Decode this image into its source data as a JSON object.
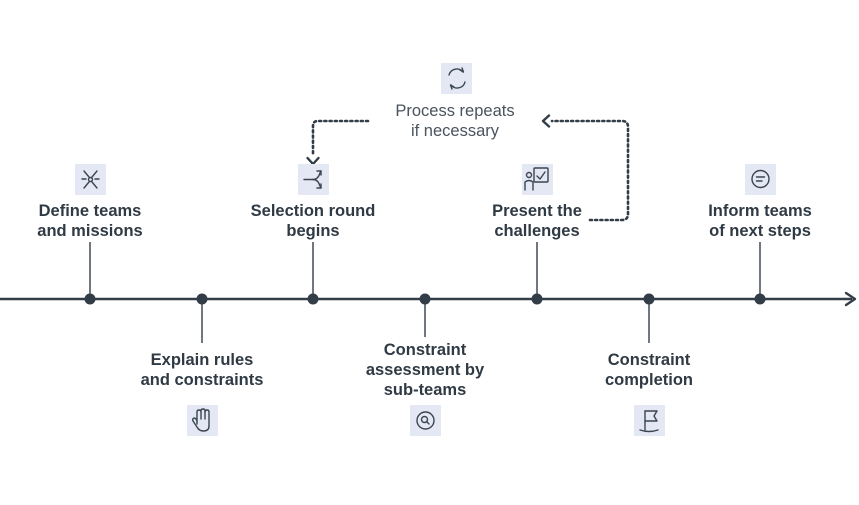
{
  "colors": {
    "line": "#333d47",
    "icon_bg": "#e3e8f4",
    "icon_stroke": "#3b4550",
    "text": "#2f3a44"
  },
  "loop": {
    "line1": "Process repeats",
    "line2": "if necessary",
    "icon": "refresh-cycle-icon"
  },
  "steps": [
    {
      "line1": "Define teams",
      "line2": "and missions",
      "icon": "network-burst-icon",
      "position": "above"
    },
    {
      "line1": "Explain rules",
      "line2": "and constraints",
      "icon": "hand-stop-icon",
      "position": "below"
    },
    {
      "line1": "Selection round",
      "line2": "begins",
      "icon": "split-arrows-icon",
      "position": "above"
    },
    {
      "line1": "Constraint",
      "line2": "assessment by",
      "line3": "sub-teams",
      "icon": "magnifier-icon",
      "position": "below"
    },
    {
      "line1": "Present the",
      "line2": "challenges",
      "icon": "presenter-board-icon",
      "position": "above"
    },
    {
      "line1": "Constraint",
      "line2": "completion",
      "icon": "flag-icon",
      "position": "below"
    },
    {
      "line1": "Inform teams",
      "line2": "of next steps",
      "icon": "chat-bubble-icon",
      "position": "above"
    }
  ]
}
